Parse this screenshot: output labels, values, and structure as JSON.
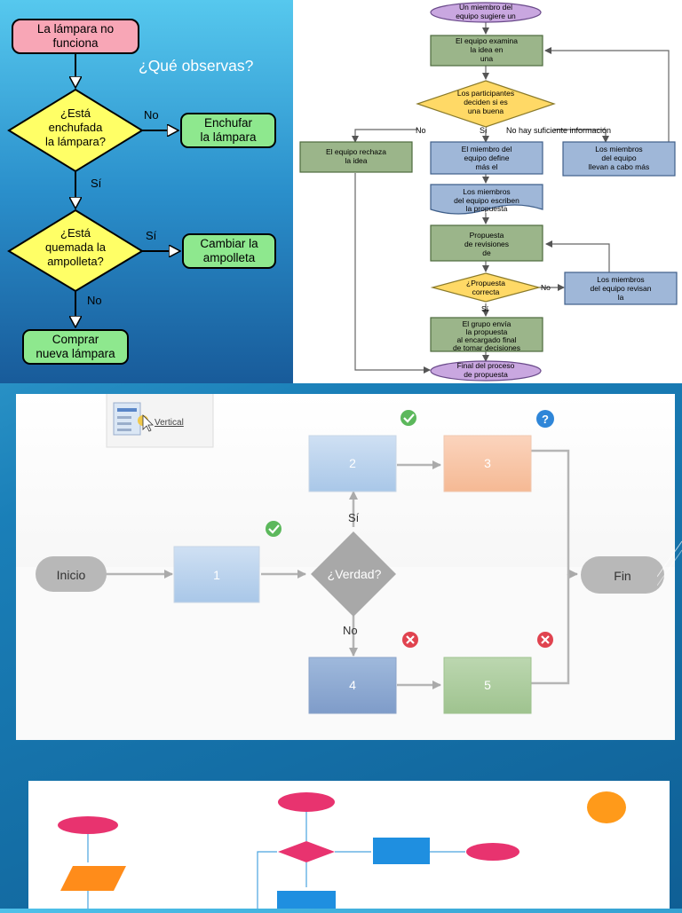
{
  "colors": {
    "pink": "#f8a6b6",
    "yellow": "#ffff66",
    "green": "#8ee88e",
    "olive": "#9bb58a",
    "purple": "#c9a7e0",
    "steel": "#9fb7d8",
    "gold": "#ffd966"
  },
  "flow1": {
    "start": "La lámpara no funciona",
    "question": "¿Qué observas?",
    "d1": "¿Está enchufada la lámpara?",
    "d1_no": "No",
    "a1": "Enchufar la lámpara",
    "d1_yes": "Sí",
    "d2": "¿Está quemada la ampolleta?",
    "d2_yes": "Sí",
    "a2": "Cambiar la ampolleta",
    "d2_no": "No",
    "end": "Comprar nueva lámpara"
  },
  "flow2": {
    "start": "Un miembro del equipo sugiere un proyecto",
    "examine": "El equipo examina la idea en una reunión",
    "decide": "Los participantes deciden si es una buena idea",
    "no": "No",
    "yes": "Sí",
    "no_info": "No hay suficiente información",
    "reject": "El equipo rechaza la idea",
    "define": "El miembro del equipo define más el proyecto",
    "investigate": "Los miembros del equipo llevan a cabo más investigaciones",
    "write": "Los miembros del equipo escriben la propuesta",
    "review": "Propuesta de revisiones de equipo",
    "correct": "¿Propuesta correcta",
    "no2": "No",
    "yes2": "Sí",
    "revise": "Los miembros del equipo revisan la propuesta",
    "send": "El grupo envía la propuesta al encargado final de tomar decisiones",
    "end": "Final del proceso de propuesta"
  },
  "flow3": {
    "toolbar_label": "Vertical",
    "start": "Inicio",
    "box1": "1",
    "decision": "¿Verdad?",
    "yes": "Sí",
    "no": "No",
    "box2": "2",
    "box3": "3",
    "box4": "4",
    "box5": "5",
    "end": "Fin"
  }
}
